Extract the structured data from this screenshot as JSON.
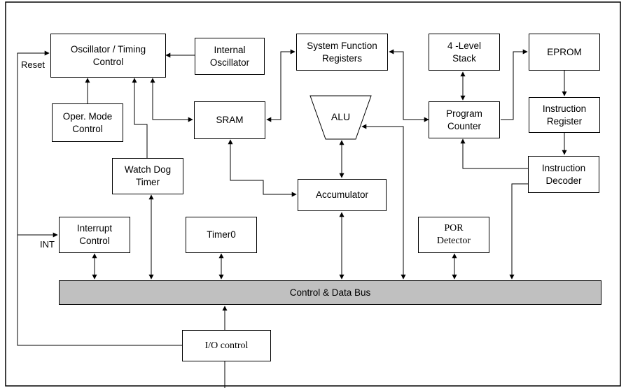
{
  "blocks": {
    "osc": "Oscillator / Timing\nControl",
    "int_osc": "Internal\nOscillator",
    "sfr": "System Function\nRegisters",
    "stack": "4   -Level\nStack",
    "eprom": "EPROM",
    "oper_mode": "Oper. Mode\nControl",
    "sram": "SRAM",
    "alu": "ALU",
    "pc": "Program\nCounter",
    "ir": "Instruction\nRegister",
    "wdt": "Watch Dog\nTimer",
    "id": "Instruction\nDecoder",
    "acc": "Accumulator",
    "int_ctrl": "Interrupt\nControl",
    "timer0": "Timer0",
    "por": "POR\nDetector",
    "bus": "Control  & Data Bus",
    "io": "I/O control"
  },
  "labels": {
    "reset": "Reset",
    "int": "INT"
  }
}
